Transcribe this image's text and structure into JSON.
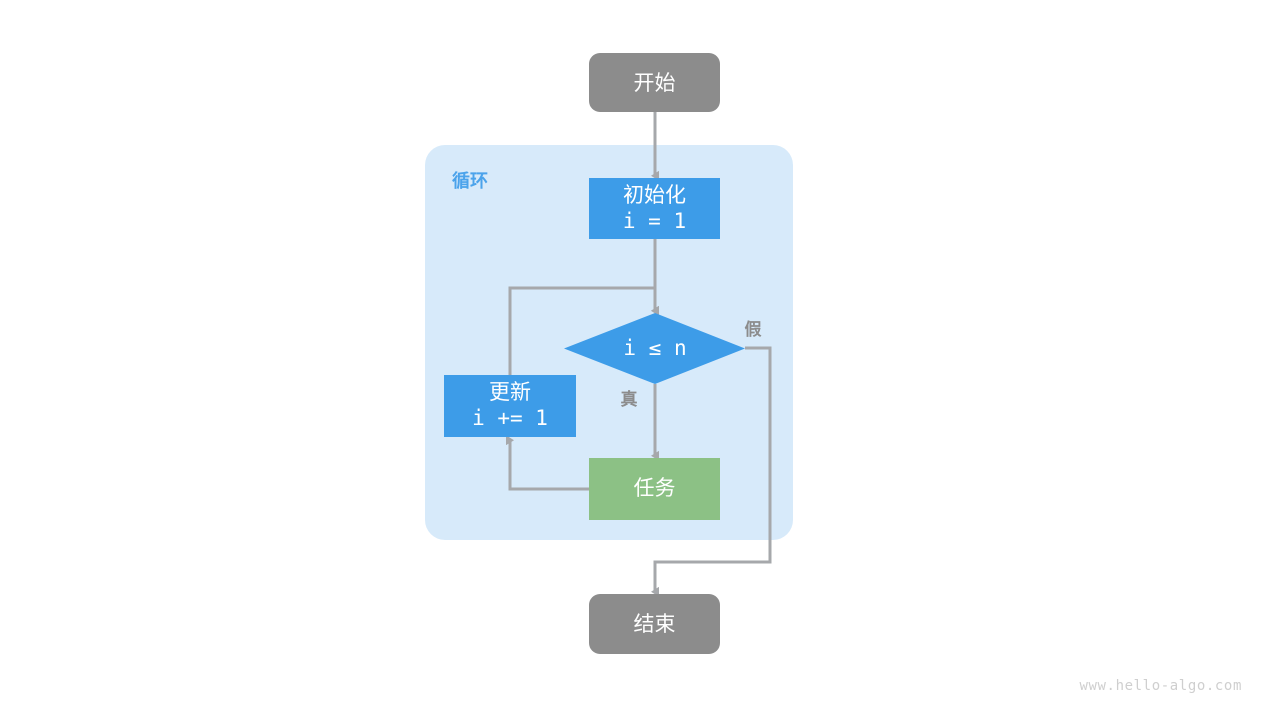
{
  "diagram": {
    "type": "flowchart",
    "title": "",
    "background_color": "#ffffff",
    "group": {
      "label": "循环",
      "fill": "#d7eafa",
      "label_color": "#4ba3eb"
    },
    "colors": {
      "terminal": "#8c8c8c",
      "process": "#3d9ce8",
      "task": "#8cc185",
      "edge": "#a6a8ab",
      "text_on_node": "#ffffff",
      "edge_label": "#8c8c8c"
    },
    "nodes": [
      {
        "id": "start",
        "kind": "terminal",
        "shape": "rounded-rect",
        "label": "开始",
        "sublabel": "",
        "fill": "#8c8c8c"
      },
      {
        "id": "init",
        "kind": "process",
        "shape": "rect",
        "label": "初始化",
        "sublabel": "i = 1",
        "fill": "#3d9ce8"
      },
      {
        "id": "cond",
        "kind": "decision",
        "shape": "diamond",
        "label": "i ≤ n",
        "sublabel": "",
        "fill": "#3d9ce8"
      },
      {
        "id": "update",
        "kind": "process",
        "shape": "rect",
        "label": "更新",
        "sublabel": "i += 1",
        "fill": "#3d9ce8"
      },
      {
        "id": "task",
        "kind": "process",
        "shape": "rect",
        "label": "任务",
        "sublabel": "",
        "fill": "#8cc185"
      },
      {
        "id": "end",
        "kind": "terminal",
        "shape": "rounded-rect",
        "label": "结束",
        "sublabel": "",
        "fill": "#8c8c8c"
      }
    ],
    "edges": [
      {
        "from": "start",
        "to": "init",
        "label": ""
      },
      {
        "from": "init",
        "to": "cond",
        "label": ""
      },
      {
        "from": "cond",
        "to": "task",
        "label": "真"
      },
      {
        "from": "cond",
        "to": "end",
        "label": "假"
      },
      {
        "from": "task",
        "to": "update",
        "label": ""
      },
      {
        "from": "update",
        "to": "cond",
        "label": ""
      }
    ]
  },
  "watermark": {
    "text": "www.hello-algo.com"
  }
}
